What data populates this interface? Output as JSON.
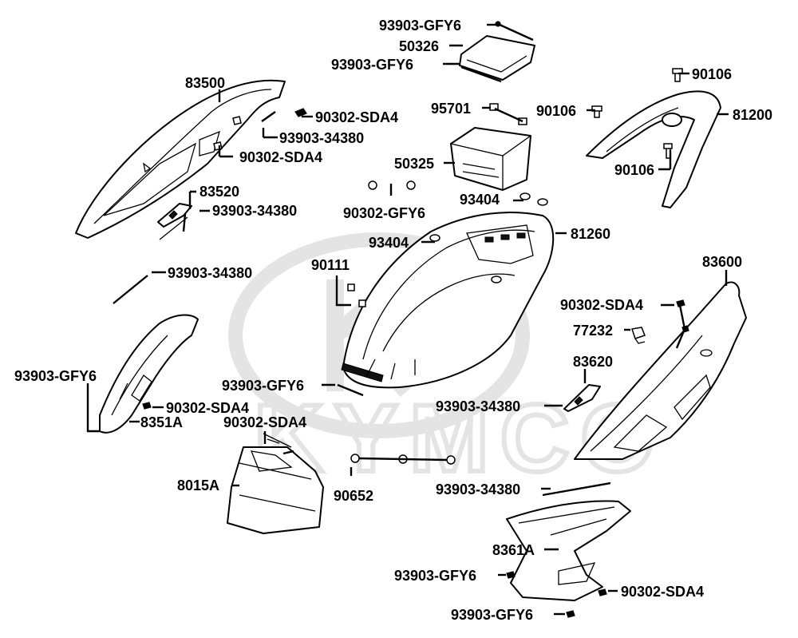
{
  "watermark": {
    "brand": "KYMCO",
    "color": "#e4e4e4"
  },
  "labels": [
    {
      "id": "l-93903-gfy6-a",
      "text": "93903-GFY6"
    },
    {
      "id": "l-50326",
      "text": "50326"
    },
    {
      "id": "l-93903-gfy6-b",
      "text": "93903-GFY6"
    },
    {
      "id": "l-90106-a",
      "text": "90106"
    },
    {
      "id": "l-83500",
      "text": "83500"
    },
    {
      "id": "l-95701",
      "text": "95701"
    },
    {
      "id": "l-90106-b",
      "text": "90106"
    },
    {
      "id": "l-90302-sda4-a",
      "text": "90302-SDA4"
    },
    {
      "id": "l-81200",
      "text": "81200"
    },
    {
      "id": "l-93903-34380-a",
      "text": "93903-34380"
    },
    {
      "id": "l-90302-sda4-b",
      "text": "90302-SDA4"
    },
    {
      "id": "l-50325",
      "text": "50325"
    },
    {
      "id": "l-90106-c",
      "text": "90106"
    },
    {
      "id": "l-83520",
      "text": "83520"
    },
    {
      "id": "l-93404-a",
      "text": "93404"
    },
    {
      "id": "l-93903-34380-b",
      "text": "93903-34380"
    },
    {
      "id": "l-90302-gfy6",
      "text": "90302-GFY6"
    },
    {
      "id": "l-81260",
      "text": "81260"
    },
    {
      "id": "l-93404-b",
      "text": "93404"
    },
    {
      "id": "l-90111",
      "text": "90111"
    },
    {
      "id": "l-83600",
      "text": "83600"
    },
    {
      "id": "l-93903-34380-c",
      "text": "93903-34380"
    },
    {
      "id": "l-90302-sda4-c",
      "text": "90302-SDA4"
    },
    {
      "id": "l-77232",
      "text": "77232"
    },
    {
      "id": "l-93903-gfy6-c",
      "text": "93903-GFY6"
    },
    {
      "id": "l-83620",
      "text": "83620"
    },
    {
      "id": "l-93903-gfy6-d",
      "text": "93903-GFY6"
    },
    {
      "id": "l-90302-sda4-d",
      "text": "90302-SDA4"
    },
    {
      "id": "l-93903-34380-d",
      "text": "93903-34380"
    },
    {
      "id": "l-8351a",
      "text": "8351A"
    },
    {
      "id": "l-90302-sda4-e",
      "text": "90302-SDA4"
    },
    {
      "id": "l-8015a",
      "text": "8015A"
    },
    {
      "id": "l-90652",
      "text": "90652"
    },
    {
      "id": "l-93903-34380-e",
      "text": "93903-34380"
    },
    {
      "id": "l-8361a",
      "text": "8361A"
    },
    {
      "id": "l-93903-gfy6-e",
      "text": "93903-GFY6"
    },
    {
      "id": "l-90302-sda4-f",
      "text": "90302-SDA4"
    },
    {
      "id": "l-93903-gfy6-f",
      "text": "93903-GFY6"
    }
  ]
}
